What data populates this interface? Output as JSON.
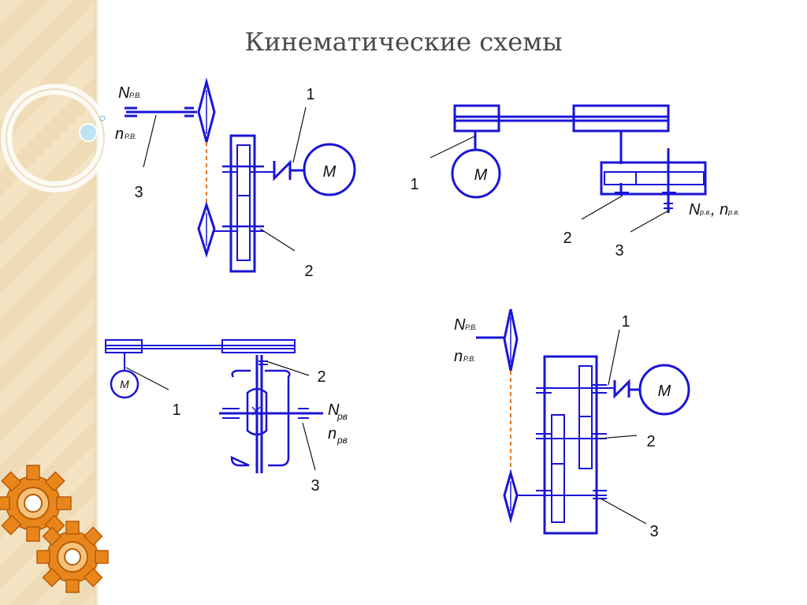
{
  "slide": {
    "title": "Кинематические схемы"
  },
  "schemes": [
    {
      "motor": "M",
      "callouts": [
        "1",
        "2",
        "3"
      ],
      "output": {
        "N": "N",
        "N_sub": "Р.В.",
        "n": "n",
        "n_sub": "Р.В."
      }
    },
    {
      "motor": "M",
      "callouts": [
        "1",
        "2",
        "3"
      ],
      "output": {
        "text": "N",
        "text_sub": "р.в.",
        "sep": ", n",
        "sep_sub": "р.в."
      }
    },
    {
      "motor": "M",
      "callouts": [
        "1",
        "2",
        "3"
      ],
      "output": {
        "N": "N",
        "N_sub": "рв",
        "n": "n",
        "n_sub": "рв"
      }
    },
    {
      "motor": "M",
      "callouts": [
        "1",
        "2",
        "3"
      ],
      "output": {
        "N": "N",
        "N_sub": "Р.В.",
        "n": "n",
        "n_sub": "Р.В."
      }
    }
  ],
  "colors": {
    "line": "#1a14d6",
    "belt": "#e07a2a",
    "text": "#111111",
    "title": "#4a4a4a"
  },
  "icons": [
    "gear-icon",
    "ring-decoration"
  ]
}
